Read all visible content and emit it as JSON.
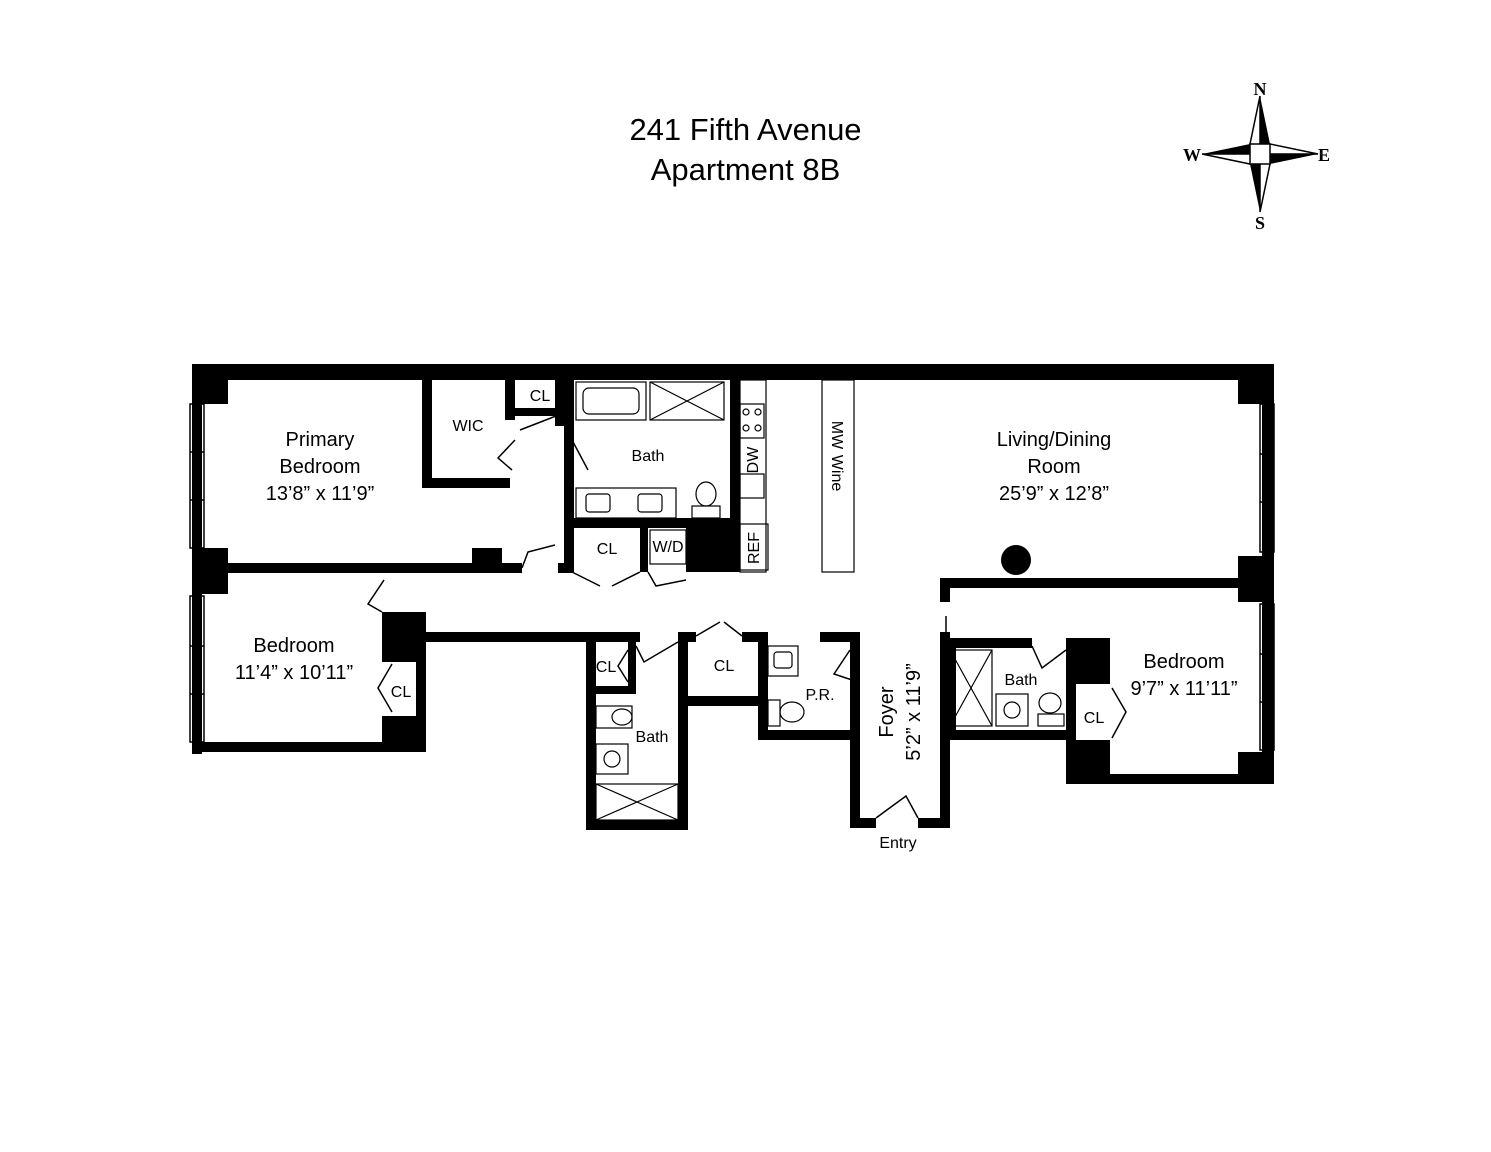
{
  "header": {
    "address": "241 Fifth Avenue",
    "unit": "Apartment 8B"
  },
  "compass": {
    "n": "N",
    "s": "S",
    "e": "E",
    "w": "W"
  },
  "rooms": {
    "primary_bedroom": {
      "line1": "Primary",
      "line2": "Bedroom",
      "size": "13’8” x 11’9”"
    },
    "living_dining": {
      "line1": "Living/Dining",
      "line2": "Room",
      "size": "25’9” x 12’8”"
    },
    "bedroom_west": {
      "name": "Bedroom",
      "size": "11’4” x 10’11”"
    },
    "bedroom_east": {
      "name": "Bedroom",
      "size": "9’7” x 11’11”"
    },
    "foyer": {
      "name": "Foyer",
      "size": "5’2” x 11’9”"
    },
    "entry": "Entry"
  },
  "labels": {
    "wic": "WIC",
    "cl_primary": "CL",
    "bath_primary": "Bath",
    "cl_hall": "CL",
    "wd": "W/D",
    "dw": "DW",
    "ref": "REF",
    "mw": "MW",
    "wine": "Wine",
    "cl_bedroom_west": "CL",
    "cl_small": "CL",
    "bath_hall": "Bath",
    "cl_center": "CL",
    "pr": "P.R.",
    "bath_east": "Bath",
    "cl_bedroom_east": "CL"
  }
}
